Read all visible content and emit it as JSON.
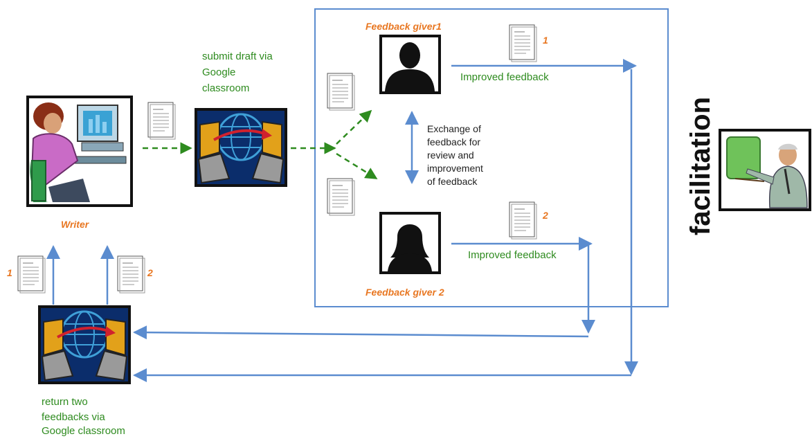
{
  "labels": {
    "writer": "Writer",
    "submit_draft": [
      "submit draft via",
      "Google",
      "classroom"
    ],
    "feedback_giver_1": "Feedback giver1",
    "feedback_giver_2": "Feedback giver 2",
    "improved_feedback_1": "Improved feedback",
    "improved_feedback_2": "Improved feedback",
    "exchange": [
      "Exchange of",
      "feedback for",
      "review and",
      "improvement",
      "of feedback"
    ],
    "return_feedbacks": [
      "return two",
      "feedbacks via",
      "Google classroom"
    ],
    "facilitation": "facilitation",
    "doc_number_1": "1",
    "doc_number_2": "2"
  },
  "colors": {
    "green_text": "#2e8b1f",
    "orange_text": "#e87722",
    "blue_arrow": "#5b8ccf",
    "green_arrow": "#2e8b1f"
  },
  "icons": [
    "writer-at-computer-icon",
    "google-classroom-network-icon",
    "male-silhouette-icon",
    "female-silhouette-icon",
    "teacher-presenting-icon",
    "document-icon"
  ]
}
